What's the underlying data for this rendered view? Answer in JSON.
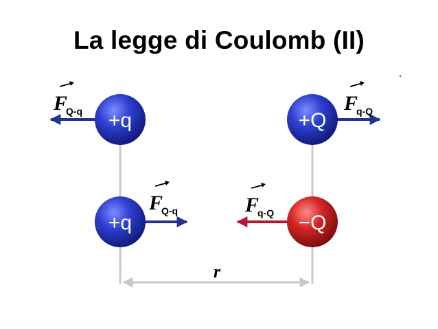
{
  "title": "La legge di Coulomb (II)",
  "diagram": {
    "charges": {
      "top_left": "+q",
      "top_right": "+Q",
      "bottom_left": "+q",
      "bottom_right": "−Q"
    },
    "forces": {
      "top_left": {
        "symbol": "F",
        "sub": "Q-q"
      },
      "top_right": {
        "symbol": "F",
        "sub": "q-Q"
      },
      "bottom_left": {
        "symbol": "F",
        "sub": "Q-q"
      },
      "bottom_right": {
        "symbol": "F",
        "sub": "q-Q"
      }
    },
    "distance_label": "r",
    "colors": {
      "positive_charge": "#2a3fc0",
      "negative_charge": "#c41f1f",
      "repulsive_arrow": "#23348f",
      "attractive_arrow": "#b3173a",
      "connector": "#c8c8c8"
    }
  }
}
